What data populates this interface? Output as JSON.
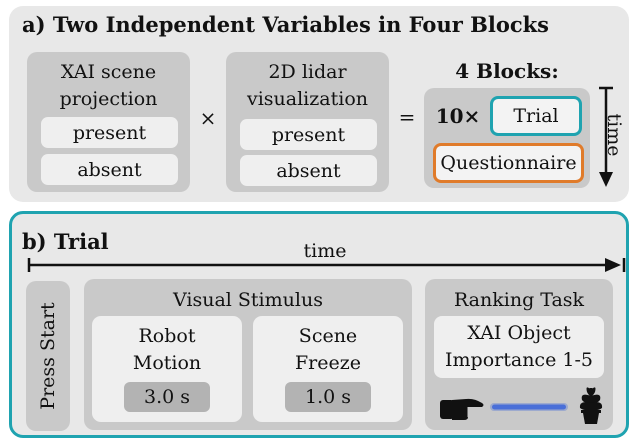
{
  "panel_a": {
    "title": "a) Two Independent Variables in Four Blocks",
    "var1": {
      "label_line1": "XAI scene",
      "label_line2": "projection",
      "opt1": "present",
      "opt2": "absent"
    },
    "times": "×",
    "var2": {
      "label_line1": "2D lidar",
      "label_line2": "visualization",
      "opt1": "present",
      "opt2": "absent"
    },
    "equals": "=",
    "blocks_title": "4 Blocks:",
    "repeat": "10×",
    "trial": "Trial",
    "questionnaire": "Questionnaire",
    "time_label": "time"
  },
  "panel_b": {
    "title": "b) Trial",
    "time_label": "time",
    "press_start": "Press Start",
    "visual_stimulus": "Visual Stimulus",
    "robot_motion": {
      "line1": "Robot",
      "line2": "Motion",
      "duration": "3.0 s"
    },
    "scene_freeze": {
      "line1": "Scene",
      "line2": "Freeze",
      "duration": "1.0 s"
    },
    "ranking_task": "Ranking Task",
    "xai_object": {
      "line1": "XAI Object",
      "line2": "Importance 1-5"
    }
  },
  "colors": {
    "teal": "#1fa3b0",
    "orange": "#e07b2a",
    "slider_blue": "#4a6fd8"
  },
  "icons": [
    "pointing-hand-icon",
    "slider-icon",
    "potted-plant-icon",
    "time-arrow-icon"
  ]
}
